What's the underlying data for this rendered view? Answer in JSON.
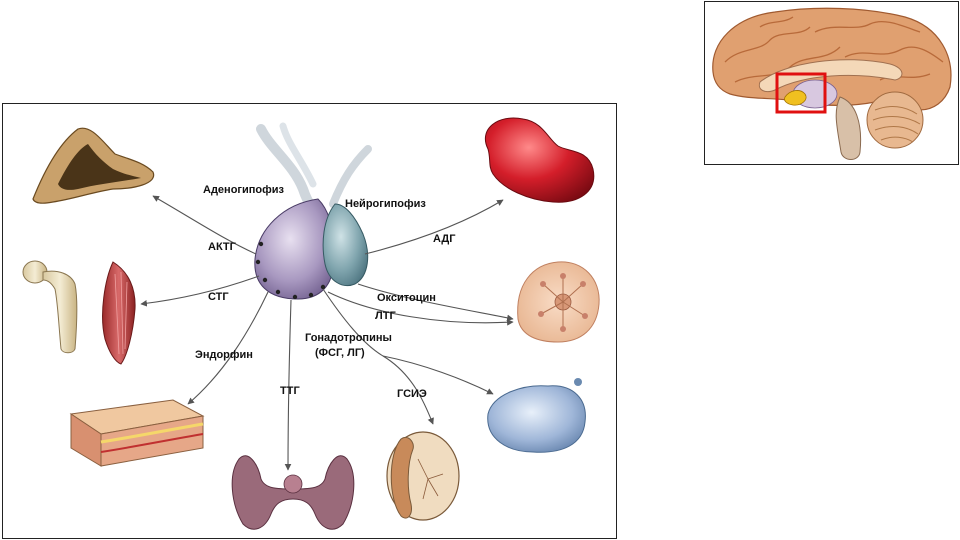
{
  "diagram": {
    "hormones": {
      "adenohypophysis": "Аденогипофиз",
      "neurohypophysis": "Нейрогипофиз",
      "actg": "АКТГ",
      "stg": "СТГ",
      "endorphin": "Эндорфин",
      "ttg": "ТТГ",
      "gonadotropins": "Гонадотропины",
      "fsg_lg": "(ФСГ, ЛГ)",
      "gsie": "ГСИЭ",
      "ltg": "ЛТГ",
      "oxytocin": "Окситоцин",
      "adg": "АДГ"
    },
    "targets": [
      "adrenal-gland-icon",
      "femur-bone-icon",
      "muscle-icon",
      "skin-tissue-icon",
      "thyroid-gland-icon",
      "testis-icon",
      "ovary-icon",
      "mammary-gland-icon",
      "kidney-icon"
    ]
  },
  "brain_inset": {
    "image": "brain-sagittal-section-icon",
    "highlight_color": "#e01010"
  }
}
